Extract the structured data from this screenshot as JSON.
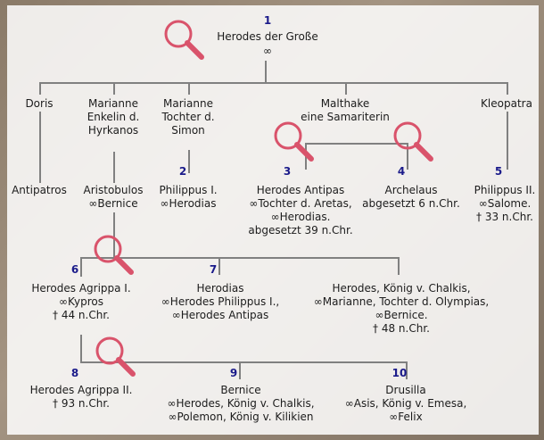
{
  "colors": {
    "line": "#808080",
    "number": "#1a1a8a",
    "zoom_icon": "#d9536b"
  },
  "icons": {
    "zoom": "magnifier-zoom-icon"
  },
  "root": {
    "number": "1",
    "name": "Herodes der Große",
    "symbol": "∞"
  },
  "wives": {
    "doris": [
      "Doris"
    ],
    "marianne1": [
      "Marianne",
      "Enkelin d.",
      "Hyrkanos"
    ],
    "marianne2": [
      "Marianne",
      "Tochter d.",
      "Simon"
    ],
    "malthake": [
      "Malthake",
      "eine Samariterin"
    ],
    "kleopatra": [
      "Kleopatra"
    ]
  },
  "gen2": {
    "antipatros": {
      "lines": [
        "Antipatros"
      ]
    },
    "aristobulos": {
      "lines": [
        "Aristobulos",
        "∞Bernice"
      ]
    },
    "philippus1": {
      "number": "2",
      "lines": [
        "Philippus I.",
        "∞Herodias"
      ]
    },
    "antipas": {
      "number": "3",
      "lines": [
        "Herodes Antipas",
        "∞Tochter d. Aretas,",
        "∞Herodias.",
        "abgesetzt 39 n.Chr."
      ]
    },
    "archelaus": {
      "number": "4",
      "lines": [
        "Archelaus",
        "abgesetzt 6 n.Chr."
      ]
    },
    "philippus2": {
      "number": "5",
      "lines": [
        "Philippus II.",
        "∞Salome.",
        "† 33 n.Chr."
      ]
    }
  },
  "gen3": {
    "agrippa1": {
      "number": "6",
      "lines": [
        "Herodes Agrippa I.",
        "∞Kypros",
        "† 44 n.Chr."
      ]
    },
    "herodias": {
      "number": "7",
      "lines": [
        "Herodias",
        "∞Herodes Philippus I.,",
        "∞Herodes Antipas"
      ]
    },
    "chalkis": {
      "lines": [
        "Herodes, König v. Chalkis,",
        "∞Marianne, Tochter d. Olympias,",
        "∞Bernice.",
        "† 48 n.Chr."
      ]
    }
  },
  "gen4": {
    "agrippa2": {
      "number": "8",
      "lines": [
        "Herodes Agrippa II.",
        "† 93 n.Chr."
      ]
    },
    "bernice": {
      "number": "9",
      "lines": [
        "Bernice",
        "∞Herodes, König v. Chalkis,",
        "∞Polemon, König v. Kilikien"
      ]
    },
    "drusilla": {
      "number": "10",
      "lines": [
        "Drusilla",
        "∞Asis, König v. Emesa,",
        "∞Felix"
      ]
    }
  }
}
